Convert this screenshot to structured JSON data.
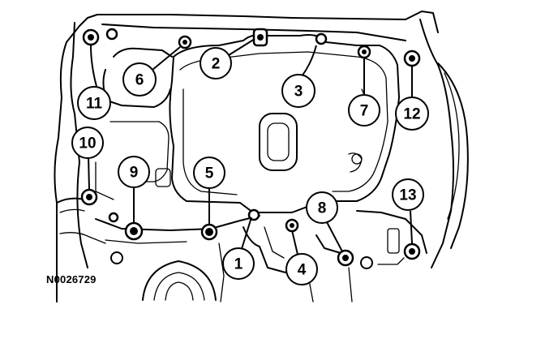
{
  "drawing_id": "N0026729",
  "colors": {
    "ink": "#000000",
    "paper": "#ffffff"
  },
  "callouts": [
    {
      "label": "1"
    },
    {
      "label": "2"
    },
    {
      "label": "3"
    },
    {
      "label": "4"
    },
    {
      "label": "5"
    },
    {
      "label": "6"
    },
    {
      "label": "7"
    },
    {
      "label": "8"
    },
    {
      "label": "9"
    },
    {
      "label": "10"
    },
    {
      "label": "11"
    },
    {
      "label": "12"
    },
    {
      "label": "13"
    }
  ]
}
